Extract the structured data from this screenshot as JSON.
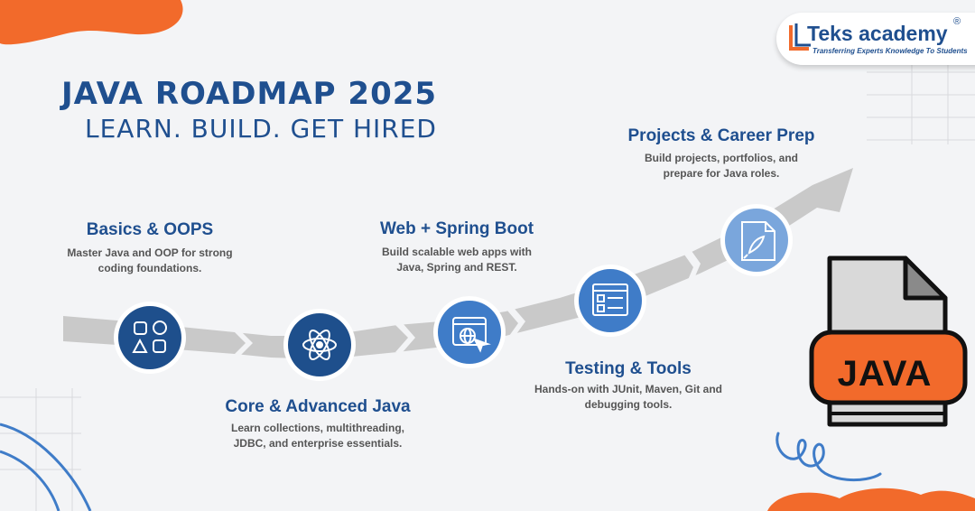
{
  "header": {
    "title": "JAVA ROADMAP 2025",
    "subtitle": "LEARN. BUILD. GET HIRED"
  },
  "logo": {
    "name": "Teks academy",
    "tagline": "Transferring Experts Knowledge To Students",
    "registered": "®"
  },
  "steps": [
    {
      "title": "Basics & OOPS",
      "desc": "Master Java and OOP for strong coding foundations.",
      "icon": "shapes-icon"
    },
    {
      "title": "Core & Advanced Java",
      "desc": "Learn collections, multithreading, JDBC, and enterprise essentials.",
      "icon": "atom-icon"
    },
    {
      "title": "Web + Spring Boot",
      "desc": "Build scalable web apps with Java, Spring and REST.",
      "icon": "web-browser-icon"
    },
    {
      "title": "Testing & Tools",
      "desc": "Hands-on with JUnit, Maven, Git and debugging tools.",
      "icon": "checklist-icon"
    },
    {
      "title": "Projects & Career Prep",
      "desc": "Build projects, portfolios, and prepare for Java roles.",
      "icon": "rocket-document-icon"
    }
  ],
  "java_file": {
    "label": "JAVA",
    "icon": "java-file-icon"
  },
  "colors": {
    "brand_blue": "#1f4f8f",
    "accent_orange": "#f26a2b",
    "circle_dark": "#1e4f8c",
    "circle_mid": "#3f7cc8",
    "circle_light": "#7aa6dc",
    "arrow_gray": "#c9c9c9"
  }
}
